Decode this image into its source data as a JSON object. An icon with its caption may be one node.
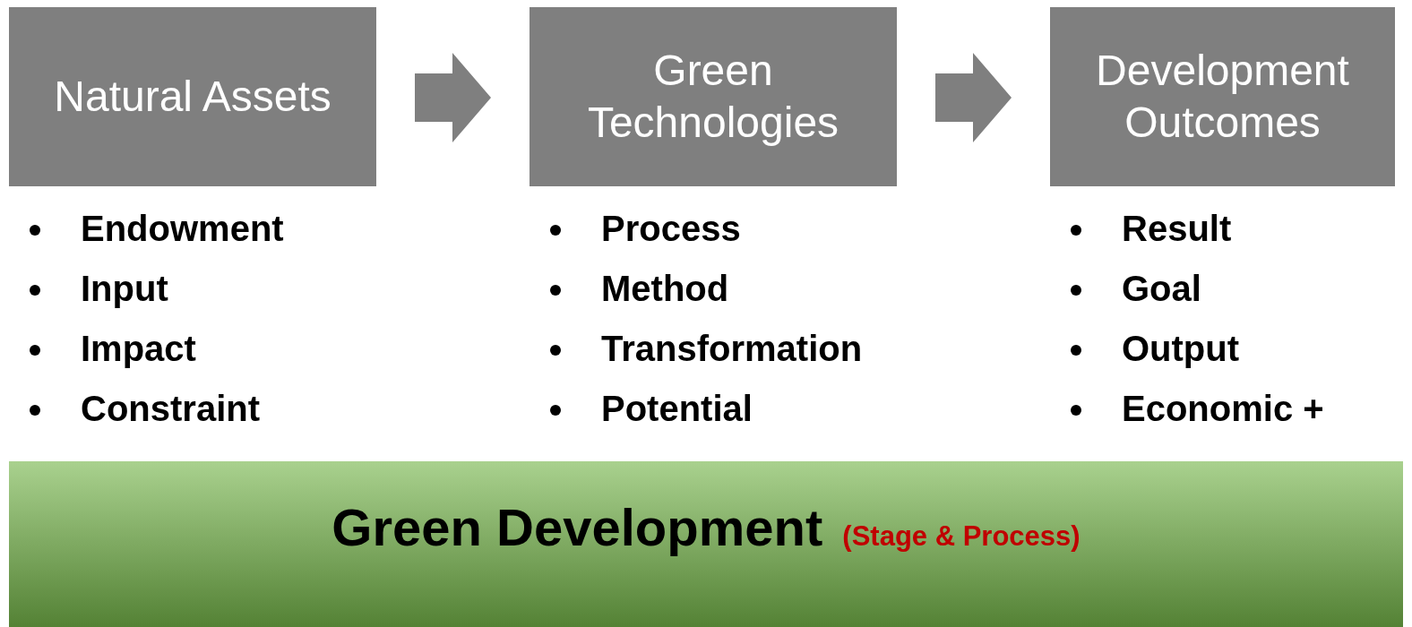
{
  "diagram": {
    "nodes": [
      {
        "text": [
          "Natural Assets"
        ],
        "beside": [
          "Endowment",
          "Input",
          "Impact",
          "Constraint"
        ]
      },
      {
        "text": [
          "Green Technologies"
        ],
        "beside": [
          "Process",
          "Method",
          "Transformation",
          "Potential"
        ]
      },
      {
        "text": [
          "Development Outcomes"
        ],
        "beside": [
          "Result",
          "Goal",
          "Output",
          "Economic +"
        ]
      },
      {
        "text": [
          "Green Development",
          "(Stage & Process)"
        ]
      }
    ],
    "edges": [
      {
        "from": 0,
        "to": 1,
        "arrow": "to"
      },
      {
        "from": 1,
        "to": 2,
        "arrow": "to"
      }
    ]
  }
}
